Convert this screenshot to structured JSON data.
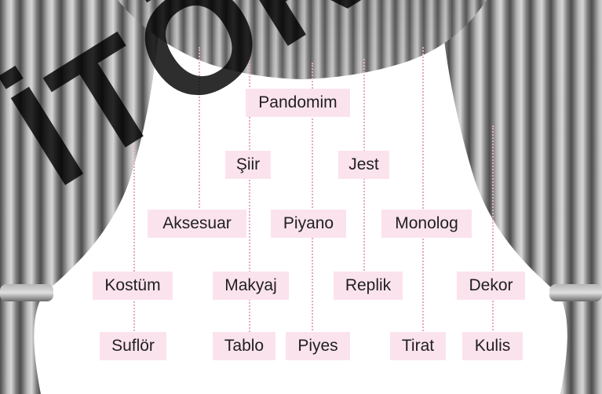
{
  "watermark": "İTÖR YAY",
  "words": [
    {
      "id": "pandomim",
      "text": "Pandomim"
    },
    {
      "id": "siir",
      "text": "Şiir"
    },
    {
      "id": "jest",
      "text": "Jest"
    },
    {
      "id": "aksesuar",
      "text": "Aksesuar"
    },
    {
      "id": "piyano",
      "text": "Piyano"
    },
    {
      "id": "monolog",
      "text": "Monolog"
    },
    {
      "id": "kostum",
      "text": "Kostüm"
    },
    {
      "id": "makyaj",
      "text": "Makyaj"
    },
    {
      "id": "replik",
      "text": "Replik"
    },
    {
      "id": "dekor",
      "text": "Dekor"
    },
    {
      "id": "suflor",
      "text": "Suflör"
    },
    {
      "id": "tablo",
      "text": "Tablo"
    },
    {
      "id": "piyes",
      "text": "Piyes"
    },
    {
      "id": "tirat",
      "text": "Tirat"
    },
    {
      "id": "kulis",
      "text": "Kulis"
    }
  ],
  "colors": {
    "label_bg": "#fbe3ee",
    "dotted_line": "#e7a8c3",
    "curtain": "#8a8a8a"
  }
}
